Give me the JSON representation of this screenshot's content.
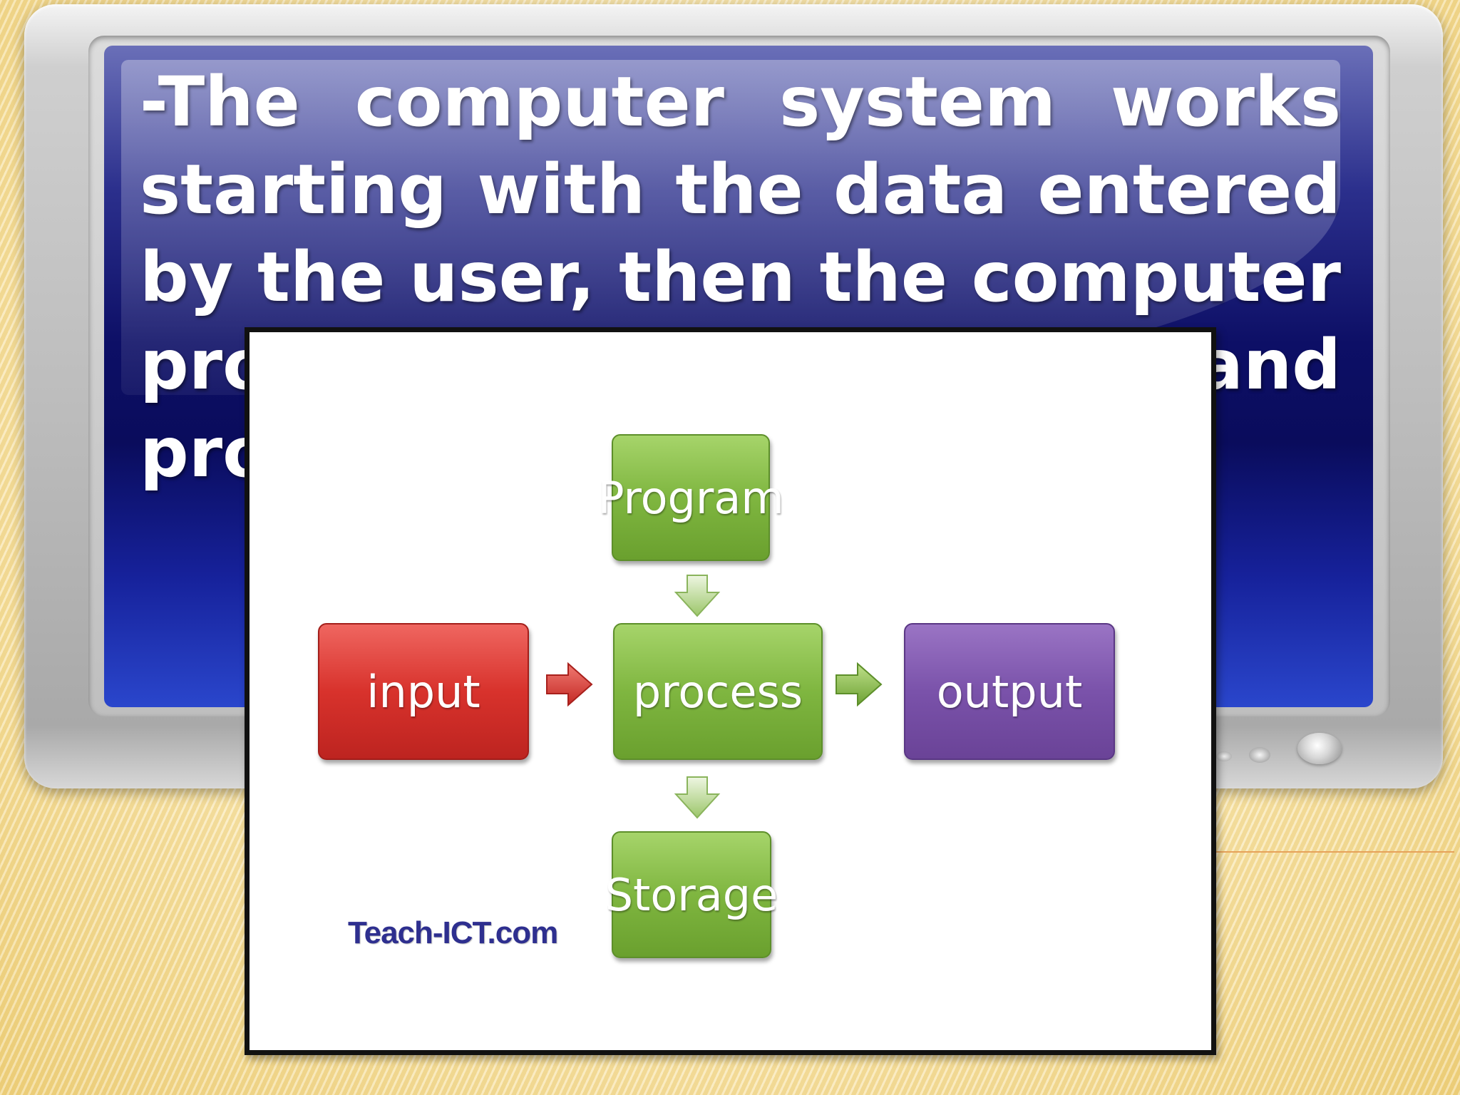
{
  "slide": {
    "text": "-The computer system works starting with the data entered by the user, then the computer processes the data and produces the"
  },
  "diagram": {
    "nodes": {
      "program": "Program",
      "input": "input",
      "process": "process",
      "output": "output",
      "storage": "Storage"
    },
    "edges": [
      {
        "from": "program",
        "to": "process"
      },
      {
        "from": "input",
        "to": "process"
      },
      {
        "from": "process",
        "to": "output"
      },
      {
        "from": "process",
        "to": "storage"
      }
    ],
    "colors": {
      "green": "#7fb640",
      "red": "#d8322c",
      "purple": "#7a52aa"
    },
    "watermark": "Teach-ICT.com"
  }
}
